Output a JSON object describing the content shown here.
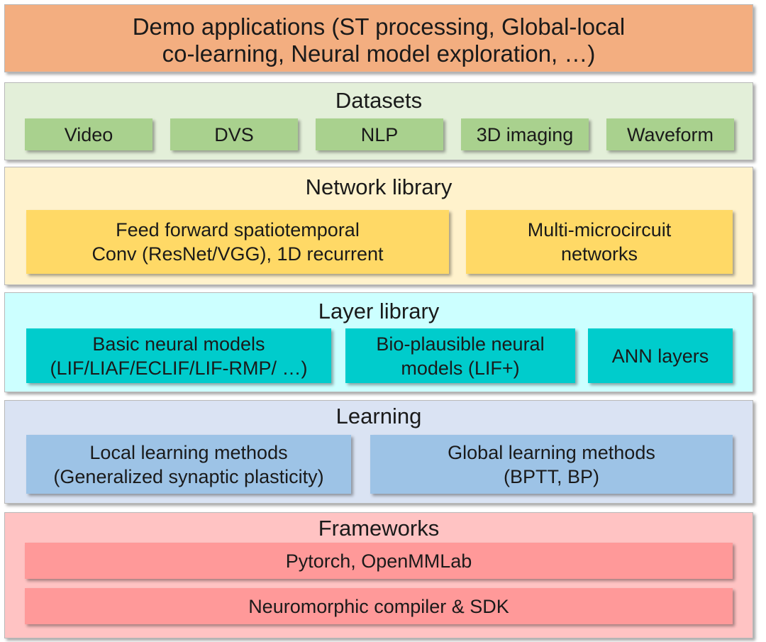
{
  "demo": {
    "text": "Demo applications (ST processing, Global-local\nco-learning, Neural model exploration, …)"
  },
  "datasets": {
    "title": "Datasets",
    "items": [
      "Video",
      "DVS",
      "NLP",
      "3D imaging",
      "Waveform"
    ]
  },
  "network_library": {
    "title": "Network library",
    "items": [
      "Feed forward spatiotemporal\nConv (ResNet/VGG), 1D recurrent",
      "Multi-microcircuit\nnetworks"
    ]
  },
  "layer_library": {
    "title": "Layer library",
    "items": [
      "Basic neural models\n(LIF/LIAF/ECLIF/LIF-RMP/ …)",
      "Bio-plausible neural\nmodels (LIF+)",
      "ANN layers"
    ]
  },
  "learning": {
    "title": "Learning",
    "items": [
      "Local learning methods\n(Generalized synaptic plasticity)",
      "Global learning methods\n(BPTT, BP)"
    ]
  },
  "frameworks": {
    "title": "Frameworks",
    "items": [
      "Pytorch, OpenMMLab",
      "Neuromorphic compiler & SDK"
    ]
  },
  "colors": {
    "demo": "#f3ae80",
    "datasets_bg": "#e3efd9",
    "datasets_box": "#a9d18e",
    "network_bg": "#fff2cc",
    "network_box": "#ffd966",
    "layer_bg": "#ccffff",
    "layer_box": "#00cccc",
    "learning_bg": "#dae3f3",
    "learning_box": "#9dc3e6",
    "frameworks_bg": "#ffc3c3",
    "frameworks_box": "#ff9999"
  }
}
